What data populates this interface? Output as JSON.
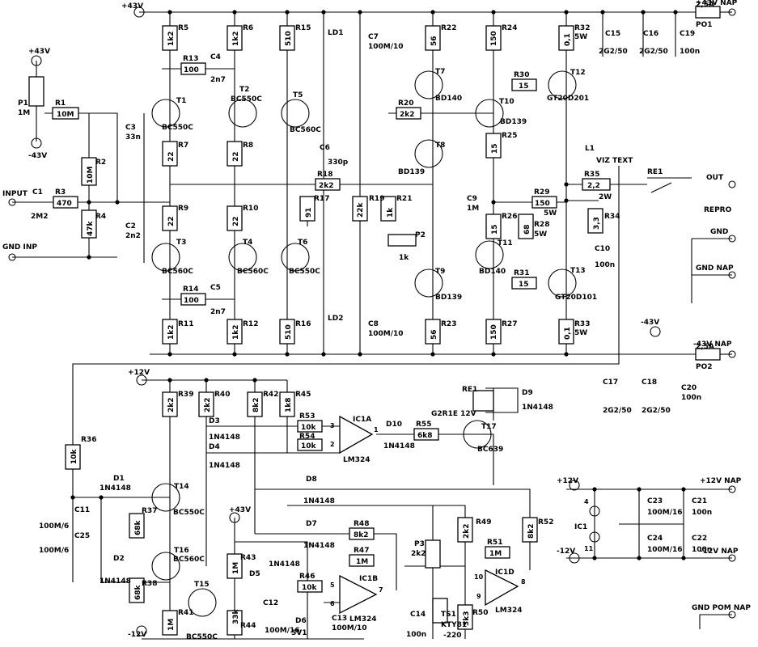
{
  "rails": {
    "pos43": "+43V",
    "neg43": "-43V",
    "pos12": "+12V",
    "neg12": "-12V",
    "pos43_nap": "+43V NAP",
    "neg43_nap": "-43V NAP",
    "pos12_nap": "+12V NAP",
    "neg12_nap": "-12V NAP"
  },
  "terminals": {
    "input": "INPUT",
    "gnd_inp": "GND INP",
    "out": "OUT",
    "repro": "REPRO",
    "gnd": "GND",
    "gnd_nap": "GND NAP",
    "gnd_pom_nap": "GND POM NAP",
    "viz_text": "VIZ TEXT"
  },
  "resistors": [
    {
      "ref": "R1",
      "value": "10M"
    },
    {
      "ref": "R2",
      "value": "10M"
    },
    {
      "ref": "R3",
      "value": "470"
    },
    {
      "ref": "R4",
      "value": "47k"
    },
    {
      "ref": "R5",
      "value": "1k2"
    },
    {
      "ref": "R6",
      "value": "1k2"
    },
    {
      "ref": "R7",
      "value": "22"
    },
    {
      "ref": "R8",
      "value": "22"
    },
    {
      "ref": "R9",
      "value": "22"
    },
    {
      "ref": "R10",
      "value": "22"
    },
    {
      "ref": "R11",
      "value": "1k2"
    },
    {
      "ref": "R12",
      "value": "1k2"
    },
    {
      "ref": "R13",
      "value": "100"
    },
    {
      "ref": "R14",
      "value": "100"
    },
    {
      "ref": "R15",
      "value": "510"
    },
    {
      "ref": "R16",
      "value": "510"
    },
    {
      "ref": "R17",
      "value": "91"
    },
    {
      "ref": "R18",
      "value": "2k2"
    },
    {
      "ref": "R19",
      "value": "22k"
    },
    {
      "ref": "R20",
      "value": "2k2"
    },
    {
      "ref": "R21",
      "value": "1k"
    },
    {
      "ref": "R22",
      "value": "56"
    },
    {
      "ref": "R23",
      "value": "56"
    },
    {
      "ref": "R24",
      "value": "150"
    },
    {
      "ref": "R25",
      "value": "15"
    },
    {
      "ref": "R26",
      "value": "15"
    },
    {
      "ref": "R27",
      "value": "150"
    },
    {
      "ref": "R28",
      "value": "68"
    },
    {
      "ref": "R28b",
      "value": "5W"
    },
    {
      "ref": "R29",
      "value": "150"
    },
    {
      "ref": "R29b",
      "value": "5W"
    },
    {
      "ref": "R30",
      "value": "15"
    },
    {
      "ref": "R31",
      "value": "15"
    },
    {
      "ref": "R32",
      "value": "0,1"
    },
    {
      "ref": "R32b",
      "value": "5W"
    },
    {
      "ref": "R33",
      "value": "0,1"
    },
    {
      "ref": "R33b",
      "value": "5W"
    },
    {
      "ref": "R34",
      "value": "3,3"
    },
    {
      "ref": "R35",
      "value": "2,2"
    },
    {
      "ref": "R35b",
      "value": "2W"
    },
    {
      "ref": "R36",
      "value": "10k"
    },
    {
      "ref": "R37",
      "value": "68k"
    },
    {
      "ref": "R38",
      "value": "68k"
    },
    {
      "ref": "R39",
      "value": "2k2"
    },
    {
      "ref": "R40",
      "value": "2k2"
    },
    {
      "ref": "R41",
      "value": "1M"
    },
    {
      "ref": "R42",
      "value": "8k2"
    },
    {
      "ref": "R43",
      "value": "1M"
    },
    {
      "ref": "R44",
      "value": "33k"
    },
    {
      "ref": "R45",
      "value": "1k8"
    },
    {
      "ref": "R46",
      "value": "10k"
    },
    {
      "ref": "R47",
      "value": "1M"
    },
    {
      "ref": "R48",
      "value": "8k2"
    },
    {
      "ref": "R49",
      "value": "2k2"
    },
    {
      "ref": "R50",
      "value": "3k3"
    },
    {
      "ref": "R51",
      "value": "1M"
    },
    {
      "ref": "R52",
      "value": "8k2"
    },
    {
      "ref": "R53",
      "value": "10k"
    },
    {
      "ref": "R54",
      "value": "10k"
    },
    {
      "ref": "R55",
      "value": "6k8"
    }
  ],
  "capacitors": [
    {
      "ref": "C1",
      "value": "2M2"
    },
    {
      "ref": "C2",
      "value": "2n2"
    },
    {
      "ref": "C3",
      "value": "33n"
    },
    {
      "ref": "C4",
      "value": "2n7"
    },
    {
      "ref": "C5",
      "value": "2n7"
    },
    {
      "ref": "C6",
      "value": "330p"
    },
    {
      "ref": "C7",
      "value": "100M/10"
    },
    {
      "ref": "C8",
      "value": "100M/10"
    },
    {
      "ref": "C9",
      "value": "1M"
    },
    {
      "ref": "C10",
      "value": "100n"
    },
    {
      "ref": "C11",
      "value": "100M/6"
    },
    {
      "ref": "C12",
      "value": "100M/16"
    },
    {
      "ref": "C13",
      "value": "100M/10"
    },
    {
      "ref": "C14",
      "value": "100n"
    },
    {
      "ref": "C15",
      "value": "2G2/50"
    },
    {
      "ref": "C16",
      "value": "2G2/50"
    },
    {
      "ref": "C17",
      "value": "2G2/50"
    },
    {
      "ref": "C18",
      "value": "2G2/50"
    },
    {
      "ref": "C19",
      "value": "100n"
    },
    {
      "ref": "C20",
      "value": "100n"
    },
    {
      "ref": "C21",
      "value": "100n"
    },
    {
      "ref": "C22",
      "value": "100n"
    },
    {
      "ref": "C23",
      "value": "100M/16"
    },
    {
      "ref": "C24",
      "value": "100M/16"
    },
    {
      "ref": "C25",
      "value": "100M/6"
    }
  ],
  "transistors": [
    {
      "ref": "T1",
      "type": "BC550C"
    },
    {
      "ref": "T2",
      "type": "BC550C"
    },
    {
      "ref": "T3",
      "type": "BC560C"
    },
    {
      "ref": "T4",
      "type": "BC560C"
    },
    {
      "ref": "T5",
      "type": "BC560C"
    },
    {
      "ref": "T6",
      "type": "BC550C"
    },
    {
      "ref": "T7",
      "type": "BD140"
    },
    {
      "ref": "T8",
      "type": "BD139"
    },
    {
      "ref": "T9",
      "type": "BD139"
    },
    {
      "ref": "T10",
      "type": "BD139"
    },
    {
      "ref": "T11",
      "type": "BD140"
    },
    {
      "ref": "T12",
      "type": "GT20D201"
    },
    {
      "ref": "T13",
      "type": "GT20D101"
    },
    {
      "ref": "T14",
      "type": "BC550C"
    },
    {
      "ref": "T15",
      "type": "BC550C"
    },
    {
      "ref": "T16",
      "type": "BC560C"
    },
    {
      "ref": "T17",
      "type": "BC639"
    }
  ],
  "diodes": [
    {
      "ref": "D1",
      "type": "1N4148"
    },
    {
      "ref": "D2",
      "type": "1N4148"
    },
    {
      "ref": "D3",
      "type": "1N4148"
    },
    {
      "ref": "D4",
      "type": "1N4148"
    },
    {
      "ref": "D5",
      "type": "1N4148"
    },
    {
      "ref": "D6",
      "type": "5V1"
    },
    {
      "ref": "D7",
      "type": "1N4148"
    },
    {
      "ref": "D8",
      "type": "1N4148"
    },
    {
      "ref": "D9",
      "type": "1N4148"
    },
    {
      "ref": "D10",
      "type": "1N4148"
    }
  ],
  "misc": {
    "ld1": "LD1",
    "ld2": "LD2",
    "p1": "P1",
    "p1v": "1M",
    "p2": "P2",
    "p2v": "1k",
    "p3": "P3",
    "p3v": "2k2",
    "l1": "L1",
    "re1": "RE1",
    "re1_type": "G2R1E 12V",
    "po1": "PO1",
    "po1v": "2,5A",
    "po2": "PO2",
    "po2v": "2,5A",
    "ts1": "TS1",
    "ts1_type": "KTY81",
    "ts1_sub": "-220",
    "ic1a": "IC1A",
    "ic1b": "IC1B",
    "ic1d": "IC1D",
    "ic1": "IC1",
    "lm324": "LM324",
    "pin1": "1",
    "pin2": "2",
    "pin3": "3",
    "pin4": "4",
    "pin5": "5",
    "pin6": "6",
    "pin7": "7",
    "pin8": "8",
    "pin9": "9",
    "pin10": "10",
    "pin11": "11"
  }
}
